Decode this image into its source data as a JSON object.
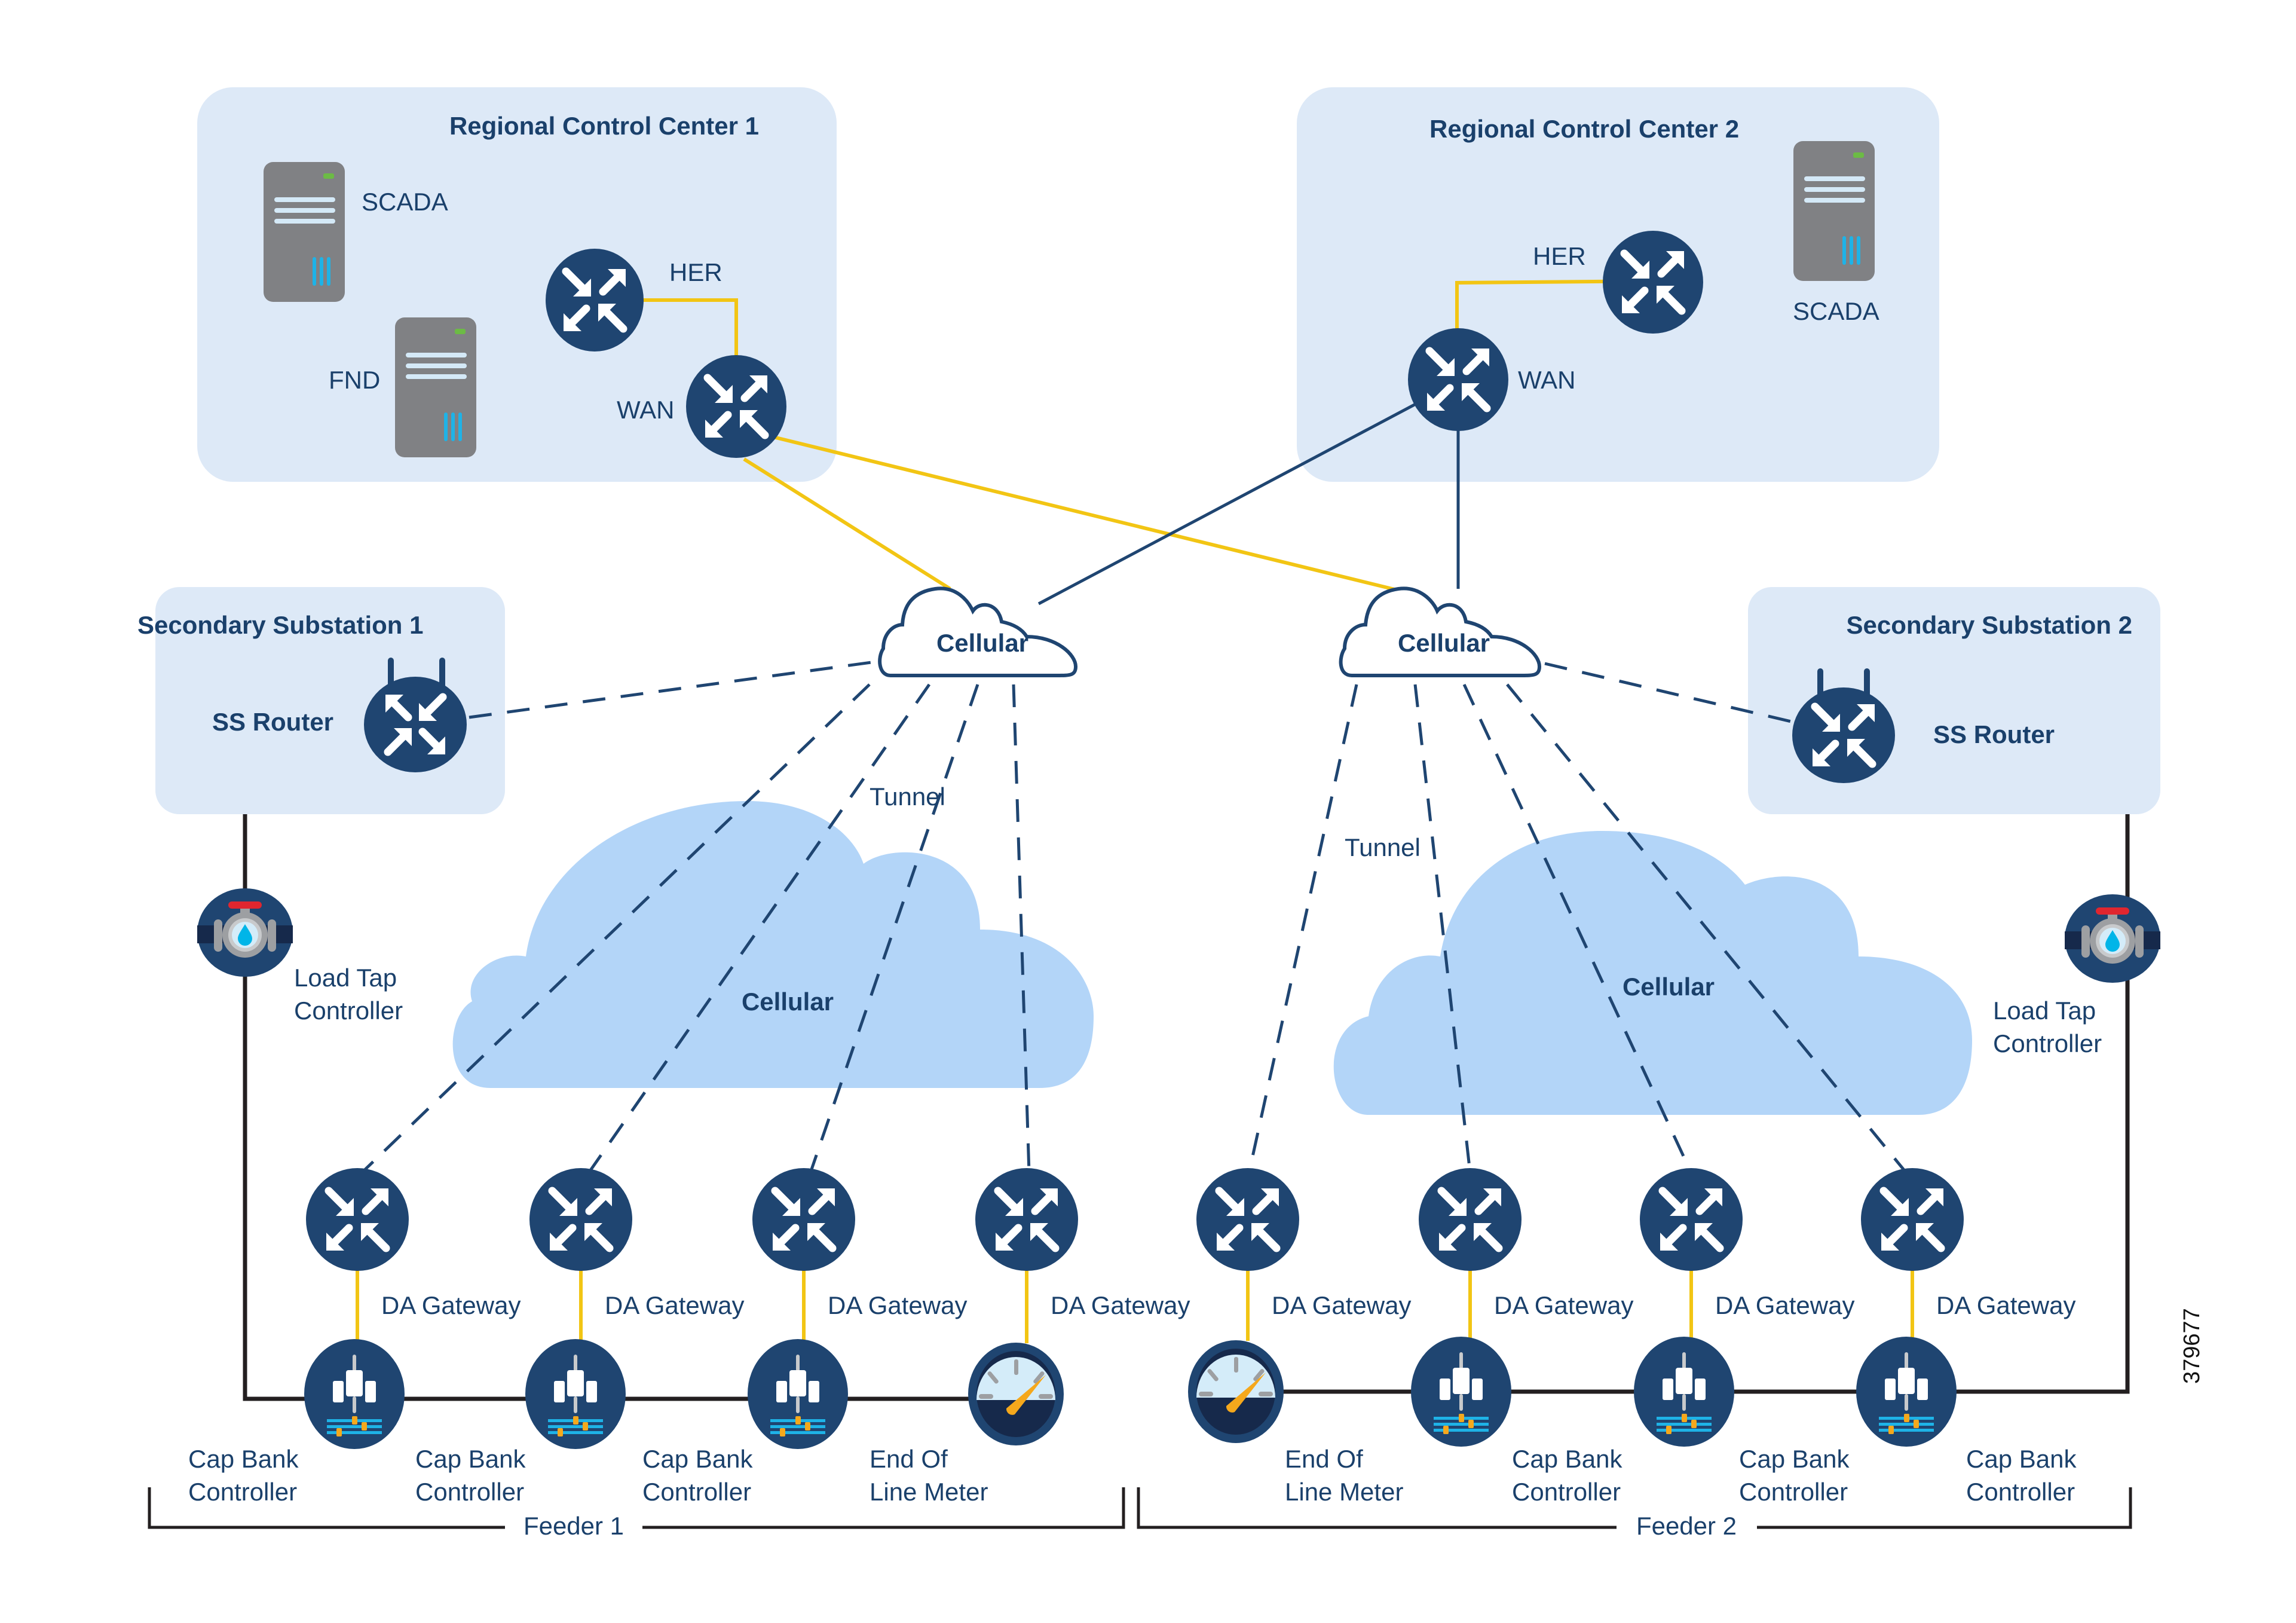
{
  "figure_id": "379677",
  "colors": {
    "navy": "#1f4571",
    "zone_fill": "#dde9f7",
    "cloud_fill": "#b3d5f8",
    "link_yellow": "#f2c514",
    "feeder_line": "#231f20",
    "server_gray": "#808184",
    "server_led": "#6cbb45",
    "server_bars": "#1eb3e7",
    "valve_red": "#e0262f",
    "gauge_needle": "#f5a81c"
  },
  "zones": {
    "rcc1": {
      "title": "Regional Control Center 1"
    },
    "rcc2": {
      "title": "Regional Control Center 2"
    },
    "ss1": {
      "title": "Secondary Substation 1"
    },
    "ss2": {
      "title": "Secondary Substation 2"
    }
  },
  "rcc1": {
    "scada_label": "SCADA",
    "fnd_label": "FND",
    "her_label": "HER",
    "wan_label": "WAN"
  },
  "rcc2": {
    "scada_label": "SCADA",
    "her_label": "HER",
    "wan_label": "WAN"
  },
  "ss1": {
    "router_label": "SS Router",
    "ltc_label_line1": "Load Tap",
    "ltc_label_line2": "Controller"
  },
  "ss2": {
    "router_label": "SS Router",
    "ltc_label_line1": "Load Tap",
    "ltc_label_line2": "Controller"
  },
  "clouds": {
    "small_left": "Cellular",
    "small_right": "Cellular",
    "big_left": "Cellular",
    "big_right": "Cellular"
  },
  "tunnel_labels": {
    "left": "Tunnel",
    "right": "Tunnel"
  },
  "gateway_label": "DA Gateway",
  "feeders": [
    {
      "label": "Feeder 1",
      "devices": [
        {
          "type": "cap-bank",
          "line1": "Cap Bank",
          "line2": "Controller"
        },
        {
          "type": "cap-bank",
          "line1": "Cap Bank",
          "line2": "Controller"
        },
        {
          "type": "cap-bank",
          "line1": "Cap Bank",
          "line2": "Controller"
        },
        {
          "type": "meter",
          "line1": "End Of",
          "line2": "Line Meter"
        }
      ]
    },
    {
      "label": "Feeder 2",
      "devices": [
        {
          "type": "meter",
          "line1": "End Of",
          "line2": "Line Meter"
        },
        {
          "type": "cap-bank",
          "line1": "Cap Bank",
          "line2": "Controller"
        },
        {
          "type": "cap-bank",
          "line1": "Cap Bank",
          "line2": "Controller"
        },
        {
          "type": "cap-bank",
          "line1": "Cap Bank",
          "line2": "Controller"
        }
      ]
    }
  ]
}
